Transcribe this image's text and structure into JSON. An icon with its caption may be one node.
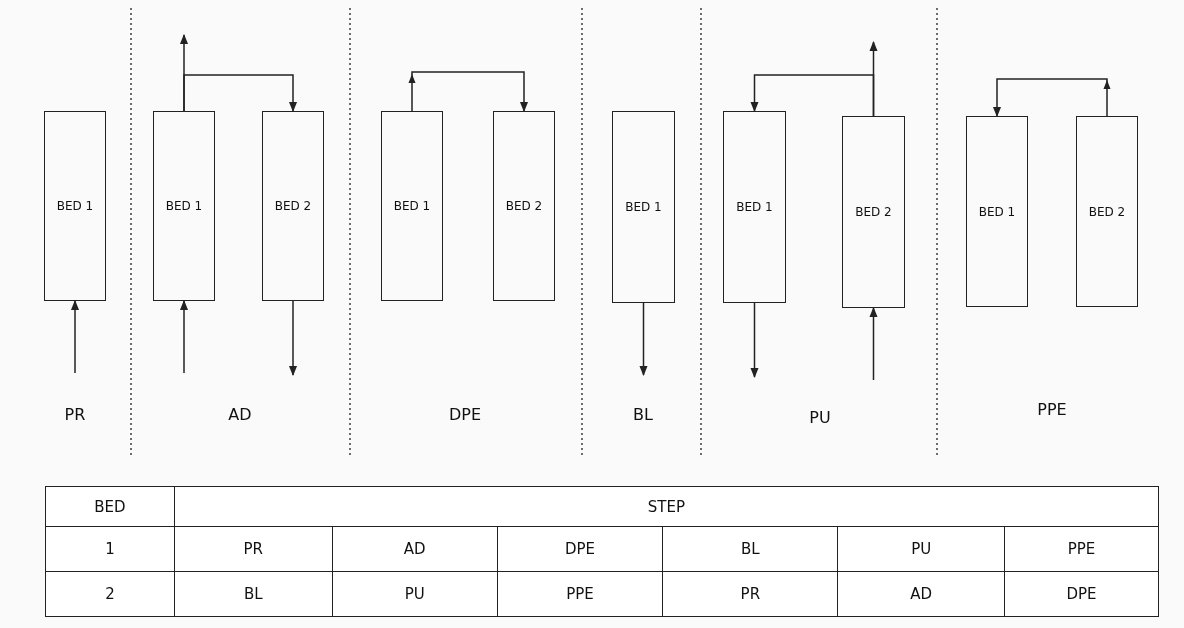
{
  "diagram": {
    "nodes": [
      {
        "text": [
          "BED 1"
        ]
      },
      {
        "text": [
          "BED 1"
        ]
      },
      {
        "text": [
          "BED 2"
        ]
      },
      {
        "text": [
          "BED 1"
        ]
      },
      {
        "text": [
          "BED 2"
        ]
      },
      {
        "text": [
          "BED 1"
        ]
      },
      {
        "text": [
          "BED 1"
        ]
      },
      {
        "text": [
          "BED 2"
        ]
      },
      {
        "text": [
          "BED 1"
        ]
      },
      {
        "text": [
          "BED 2"
        ]
      }
    ],
    "edges": [
      {
        "from": null,
        "to": 0,
        "arrow": "to"
      },
      {
        "from": null,
        "to": 1,
        "arrow": "to"
      },
      {
        "from": 1,
        "to": null,
        "arrow": "to"
      },
      {
        "from": 1,
        "to": 2,
        "arrow": "to"
      },
      {
        "from": 2,
        "to": null,
        "arrow": "to"
      },
      {
        "from": 3,
        "to": 4,
        "arrow": "to"
      },
      {
        "from": 5,
        "to": null,
        "arrow": "to"
      },
      {
        "from": 7,
        "to": null,
        "arrow": "to"
      },
      {
        "from": 7,
        "to": 6,
        "arrow": "to"
      },
      {
        "from": null,
        "to": 7,
        "arrow": "to"
      },
      {
        "from": 6,
        "to": null,
        "arrow": "to"
      },
      {
        "from": 9,
        "to": 8,
        "arrow": "to"
      }
    ],
    "labels": [
      "PR",
      "AD",
      "DPE",
      "BL",
      "PU",
      "PPE",
      "BED",
      "STEP",
      "1",
      "PR",
      "AD",
      "DPE",
      "BL",
      "PU",
      "PPE",
      "2",
      "BL",
      "PU",
      "PPE",
      "PR",
      "AD",
      "DPE"
    ]
  }
}
